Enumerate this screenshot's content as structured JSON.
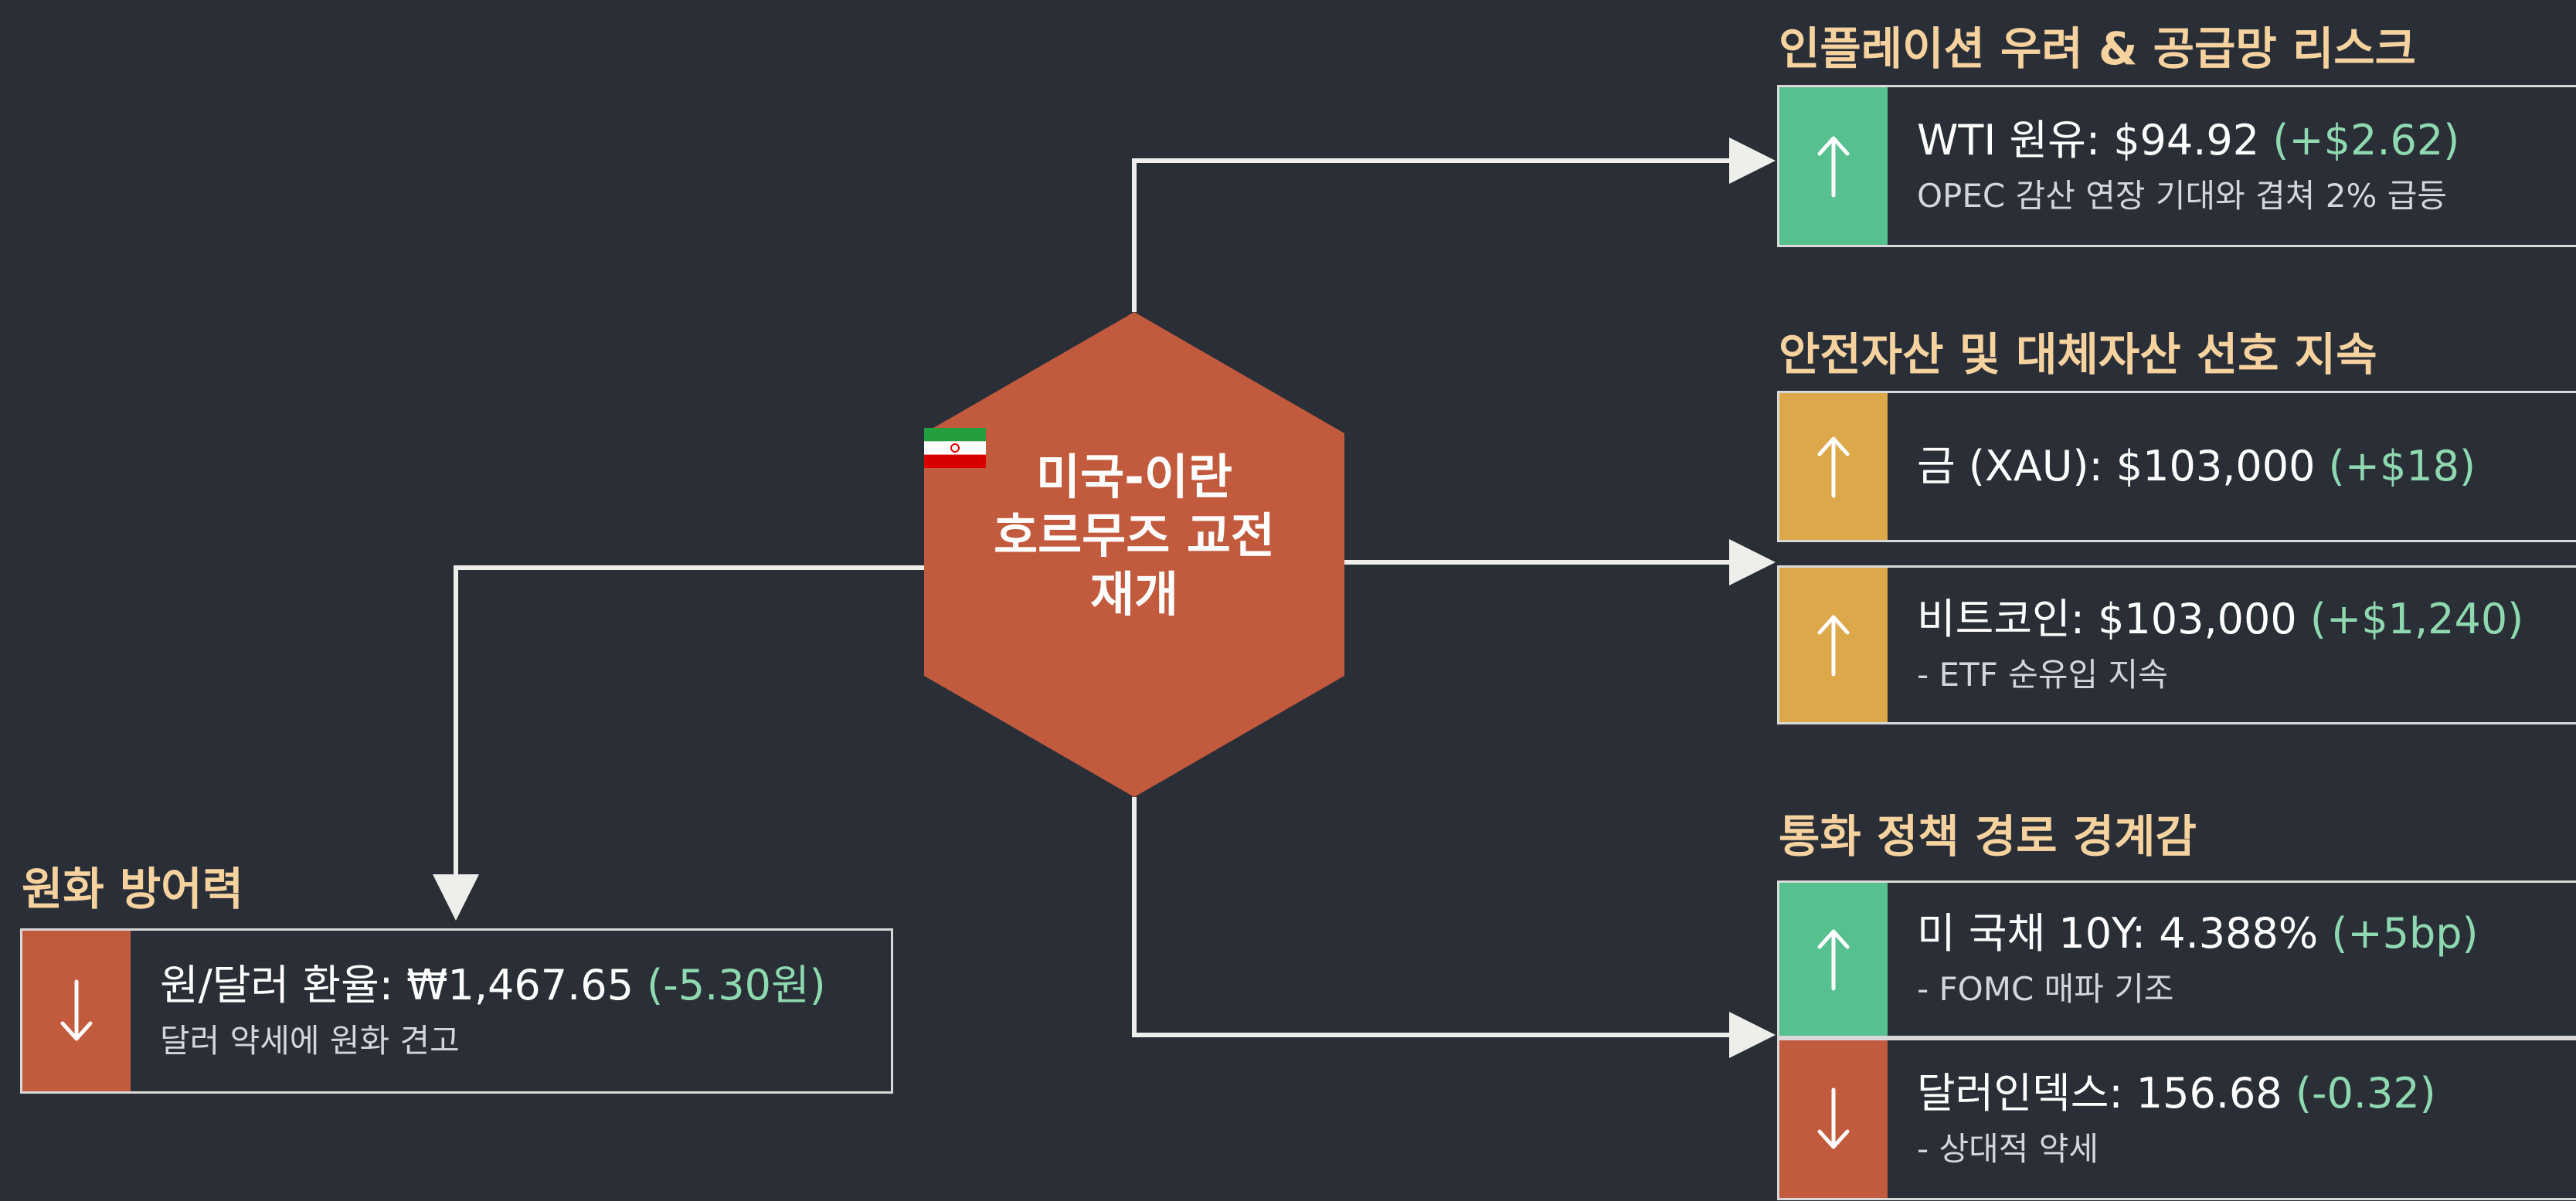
{
  "colors": {
    "background": "#2a2f37",
    "hub_fill": "#c25a3e",
    "section_title": "#f6d29f",
    "strip_green": "#57c08f",
    "strip_yellow": "#dda84a",
    "strip_red": "#c25a3e",
    "change_text": "#8fd9b0",
    "connector": "#eeeeea"
  },
  "hub": {
    "flags": [
      "us-flag-icon",
      "iran-flag-icon"
    ],
    "title_lines": [
      "미국-이란",
      "호르무즈 교전",
      "재개"
    ]
  },
  "sections": {
    "inflation": {
      "title": "인플레이션 우려 & 공급망 리스크",
      "cards": [
        {
          "direction": "up",
          "strip_color": "green",
          "label": "WTI 원유: $94.92",
          "change": "(+$2.62)",
          "note": "OPEC 감산 연장 기대와 겹쳐 2% 급등"
        }
      ]
    },
    "safe_assets": {
      "title": "안전자산 및 대체자산 선호 지속",
      "cards": [
        {
          "direction": "up",
          "strip_color": "yellow",
          "label": "금 (XAU): $103,000",
          "change": "(+$18)",
          "note": ""
        },
        {
          "direction": "up",
          "strip_color": "yellow",
          "label": "비트코인: $103,000",
          "change": "(+$1,240)",
          "note": "- ETF 순유입 지속"
        }
      ]
    },
    "monetary": {
      "title": "통화 정책 경로 경계감",
      "cards": [
        {
          "direction": "up",
          "strip_color": "green",
          "label": "미 국채 10Y: 4.388%",
          "change": "(+5bp)",
          "note": "- FOMC 매파 기조"
        },
        {
          "direction": "down",
          "strip_color": "red",
          "label": "달러인덱스: 156.68",
          "change": "(-0.32)",
          "note": "- 상대적 약세"
        }
      ]
    },
    "won": {
      "title": "원화 방어력",
      "cards": [
        {
          "direction": "down",
          "strip_color": "red",
          "label": "원/달러 환율: ₩1,467.65",
          "change": "(-5.30원)",
          "note": "달러 약세에 원화 견고"
        }
      ]
    }
  }
}
